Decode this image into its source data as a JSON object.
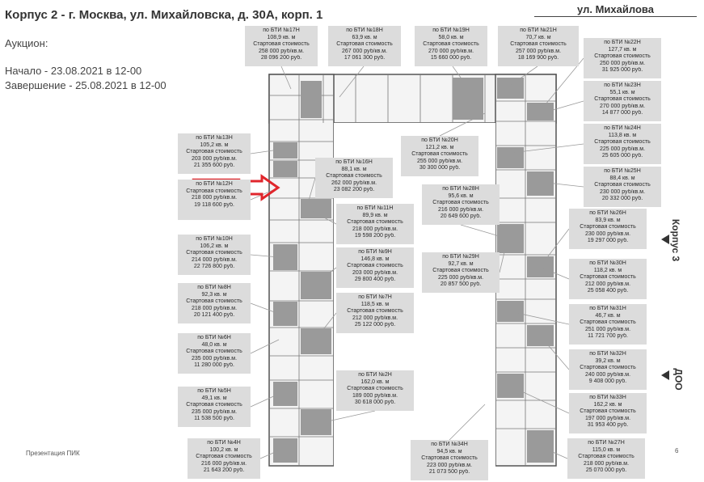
{
  "header": {
    "title": "Корпус 2 - г. Москва, ул. Михайловска, д. 30А, корп. 1",
    "auction_label": "Аукцион:",
    "start_text": "Начало - 23.08.2021 в 12-00",
    "end_text": "Завершение - 25.08.2021 в 12-00"
  },
  "street_label": "ул. Михайлова",
  "side_labels": {
    "korpus": "Корпус 3",
    "doo": "ДОО"
  },
  "footer": {
    "left": "Презентация ПИК",
    "page": "6"
  },
  "colors": {
    "label_bg": "#dcdcdc",
    "plan_gray": "#9a9a9a",
    "highlight": "#e0262c"
  },
  "units": [
    {
      "name": "по БТИ №17Н",
      "area": "108,9 кв. м",
      "label": "Стартовая стоимость",
      "price_m2": "258 000 руб/кв.м.",
      "price": "28 096 200 руб."
    },
    {
      "name": "по БТИ №18Н",
      "area": "63,9 кв. м",
      "label": "Стартовая стоимость",
      "price_m2": "267 000 руб/кв.м.",
      "price": "17 061 300 руб."
    },
    {
      "name": "по БТИ №19Н",
      "area": "58,0 кв. м",
      "label": "Стартовая стоимость",
      "price_m2": "270 000 руб/кв.м.",
      "price": "15 660 000 руб."
    },
    {
      "name": "по БТИ №21Н",
      "area": "70,7 кв. м",
      "label": "Стартовая стоимость",
      "price_m2": "257 000 руб/кв.м.",
      "price": "18 169 900 руб."
    },
    {
      "name": "по БТИ №22Н",
      "area": "127,7 кв. м",
      "label": "Стартовая стоимость",
      "price_m2": "250 000 руб/кв.м.",
      "price": "31 925 000 руб."
    },
    {
      "name": "по БТИ №23Н",
      "area": "55,1 кв. м",
      "label": "Стартовая стоимость",
      "price_m2": "270 000 руб/кв.м.",
      "price": "14 877 000 руб."
    },
    {
      "name": "по БТИ №24Н",
      "area": "113,8 кв. м",
      "label": "Стартовая стоимость",
      "price_m2": "225 000 руб/кв.м.",
      "price": "25 605 000 руб."
    },
    {
      "name": "по БТИ №25Н",
      "area": "88,4 кв. м",
      "label": "Стартовая стоимость",
      "price_m2": "230 000 руб/кв.м.",
      "price": "20 332 000 руб."
    },
    {
      "name": "по БТИ №20Н",
      "area": "121,2 кв. м",
      "label": "Стартовая стоимость",
      "price_m2": "255 000 руб/кв.м.",
      "price": "30 300 000 руб."
    },
    {
      "name": "по БТИ №13Н",
      "area": "105,2 кв. м",
      "label": "Стартовая стоимость",
      "price_m2": "203 000 руб/кв.м.",
      "price": "21 355 600 руб."
    },
    {
      "name": "по БТИ №16Н",
      "area": "88,1 кв. м",
      "label": "Стартовая стоимость",
      "price_m2": "262 000 руб/кв.м.",
      "price": "23 082 200 руб."
    },
    {
      "name": "по БТИ №12Н",
      "area": "",
      "label": "Стартовая стоимость",
      "price_m2": "218 000 руб/кв.м.",
      "price": "19 118 600 руб."
    },
    {
      "name": "по БТИ №28Н",
      "area": "95,6 кв. м",
      "label": "Стартовая стоимость",
      "price_m2": "216 000 руб/кв.м.",
      "price": "20 649 600 руб."
    },
    {
      "name": "по БТИ №11Н",
      "area": "89,9 кв. м",
      "label": "Стартовая стоимость",
      "price_m2": "218 000 руб/кв.м.",
      "price": "19 598 200 руб."
    },
    {
      "name": "по БТИ №26Н",
      "area": "83,9 кв. м",
      "label": "Стартовая стоимость",
      "price_m2": "230 000 руб/кв.м.",
      "price": "19 297 000 руб."
    },
    {
      "name": "по БТИ №10Н",
      "area": "106,2 кв. м",
      "label": "Стартовая стоимость",
      "price_m2": "214 000 руб/кв.м.",
      "price": "22 726 800 руб."
    },
    {
      "name": "по БТИ №9Н",
      "area": "146,8 кв. м",
      "label": "Стартовая стоимость",
      "price_m2": "203 000 руб/кв.м.",
      "price": "29 800 400 руб."
    },
    {
      "name": "по БТИ №29Н",
      "area": "92,7 кв. м",
      "label": "Стартовая стоимость",
      "price_m2": "225 000 руб/кв.м.",
      "price": "20 857 500 руб."
    },
    {
      "name": "по БТИ №30Н",
      "area": "118,2 кв. м",
      "label": "Стартовая стоимость",
      "price_m2": "212 000 руб/кв.м.",
      "price": "25 058 400 руб."
    },
    {
      "name": "по БТИ №8Н",
      "area": "92,3 кв. м",
      "label": "Стартовая стоимость",
      "price_m2": "218 000 руб/кв.м.",
      "price": "20 121 400 руб."
    },
    {
      "name": "по БТИ №7Н",
      "area": "118,5 кв. м",
      "label": "Стартовая стоимость",
      "price_m2": "212 000 руб/кв.м.",
      "price": "25 122 000 руб."
    },
    {
      "name": "по БТИ №31Н",
      "area": "46,7 кв. м",
      "label": "Стартовая стоимость",
      "price_m2": "251 000 руб/кв.м.",
      "price": "11 721 700 руб."
    },
    {
      "name": "по БТИ №6Н",
      "area": "48,0 кв. м",
      "label": "Стартовая стоимость",
      "price_m2": "235 000 руб/кв.м.",
      "price": "11 280 000 руб."
    },
    {
      "name": "по БТИ №32Н",
      "area": "39,2 кв. м",
      "label": "Стартовая стоимость",
      "price_m2": "240 000 руб/кв.м.",
      "price": "9 408 000 руб."
    },
    {
      "name": "по БТИ №2Н",
      "area": "162,0 кв. м",
      "label": "Стартовая стоимость",
      "price_m2": "189 000 руб/кв.м.",
      "price": "30 618 000 руб."
    },
    {
      "name": "по БТИ №5Н",
      "area": "49,1 кв. м",
      "label": "Стартовая стоимость",
      "price_m2": "235 000 руб/кв.м.",
      "price": "11 538 500 руб."
    },
    {
      "name": "по БТИ №33Н",
      "area": "162,2 кв. м",
      "label": "Стартовая стоимость",
      "price_m2": "197 000 руб/кв.м.",
      "price": "31 953 400 руб."
    },
    {
      "name": "по БТИ №4Н",
      "area": "100,2 кв. м",
      "label": "Стартовая стоимость",
      "price_m2": "216 000 руб/кв.м.",
      "price": "21 643 200 руб."
    },
    {
      "name": "по БТИ №34Н",
      "area": "94,5 кв. м",
      "label": "Стартовая стоимость",
      "price_m2": "223 000 руб/кв.м.",
      "price": "21 073 500 руб."
    },
    {
      "name": "по БТИ №27Н",
      "area": "115,0 кв. м",
      "label": "Стартовая стоимость",
      "price_m2": "218 000 руб/кв.м.",
      "price": "25 070 000 руб."
    }
  ]
}
